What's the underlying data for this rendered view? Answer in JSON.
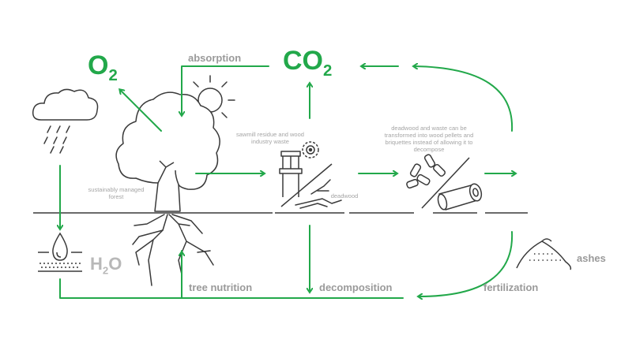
{
  "colors": {
    "flow": "#22a84a",
    "outline": "#3a3a3a",
    "label": "#9a9a9a",
    "water": "#b8b8b8"
  },
  "molecules": {
    "o2": {
      "base": "O",
      "sub": "2"
    },
    "co2": {
      "base": "CO",
      "sub": "2"
    },
    "h2o": {
      "base": "H",
      "sub": "2",
      "tail": "O"
    }
  },
  "labels": {
    "absorption": "absorption",
    "forest": "sustainably managed forest",
    "sawmill": "sawmill residue and wood industry waste",
    "deadwood": "deadwood",
    "pellets": "deadwood and waste can be transformed into wood pellets and briquettes instead of allowing it to decompose",
    "ashes": "ashes",
    "tree_nutrition": "tree nutrition",
    "decomposition": "decomposition",
    "fertilization": "fertilization"
  },
  "icons": [
    "rain-cloud-icon",
    "sun-icon",
    "tree-icon",
    "tree-roots-icon",
    "water-drop-icon",
    "chair-icon",
    "saw-blade-icon",
    "deadwood-branches-icon",
    "pellets-icon",
    "log-icon",
    "ash-pile-icon"
  ]
}
